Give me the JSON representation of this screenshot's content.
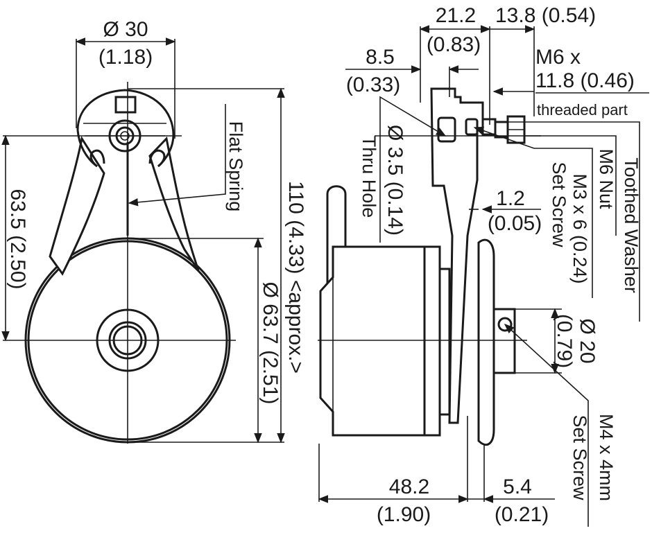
{
  "dimensions": {
    "dia30": "Ø 30",
    "dia30_in": "(1.18)",
    "h63_5": "63.5 (2.50)",
    "h110": "110 (4.33) <approx.>",
    "dia63_7": "Ø 63.7 (2.51)",
    "w21_2": "21.2",
    "w21_2_in": "(0.83)",
    "w13_8": "13.8 (0.54)",
    "w8_5": "8.5",
    "w8_5_in": "(0.33)",
    "dia3_5": "Ø 3.5 (0.14)",
    "w1_2": "1.2",
    "w1_2_in": "(0.05)",
    "dia20": "Ø 20",
    "dia20_in": "(0.79)",
    "w48_2": "48.2",
    "w48_2_in": "(1.90)",
    "w5_4": "5.4",
    "w5_4_in": "(0.21)"
  },
  "labels": {
    "flat_spring": "Flat Spring",
    "thru_hole": "Thru Hole",
    "m6x": "M6 x",
    "m6_len": "11.8 (0.46)",
    "threaded_part": "threaded part",
    "toothed_washer": "Toothed Washer",
    "m6_nut": "M6 Nut",
    "m3_set_screw_1": "M3 x 6 (0.24)",
    "m3_set_screw_2": "Set Screw",
    "m4_set_screw_1": "M4 x 4mm",
    "m4_set_screw_2": "Set Screw"
  }
}
